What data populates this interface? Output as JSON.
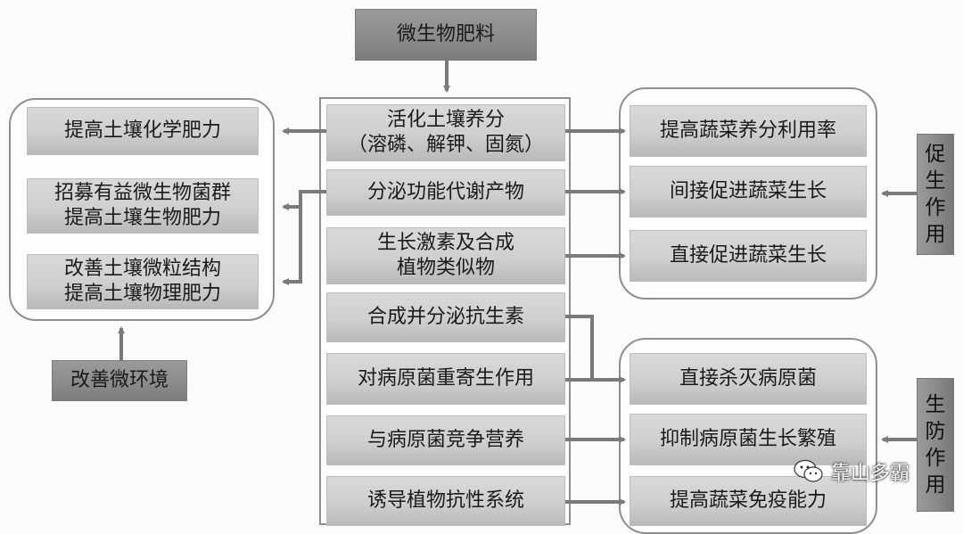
{
  "top": {
    "title": "微生物肥料"
  },
  "left_panel": {
    "items": [
      {
        "lines": [
          "提高土壤化学肥力"
        ]
      },
      {
        "lines": [
          "招募有益微生物菌群",
          "提高土壤生物肥力"
        ]
      },
      {
        "lines": [
          "改善土壤微粒结构",
          "提高土壤物理肥力"
        ]
      }
    ],
    "source_label": "改善微环境"
  },
  "center": {
    "items": [
      {
        "lines": [
          "活化土壤养分",
          "（溶磷、解钾、固氮）"
        ]
      },
      {
        "lines": [
          "分泌功能代谢产物"
        ]
      },
      {
        "lines": [
          "生长激素及合成",
          "植物类似物"
        ]
      },
      {
        "lines": [
          "合成并分泌抗生素"
        ]
      },
      {
        "lines": [
          "对病原菌重寄生作用"
        ]
      },
      {
        "lines": [
          "与病原菌竞争营养"
        ]
      },
      {
        "lines": [
          "诱导植物抗性系统"
        ]
      }
    ]
  },
  "right_top": {
    "items": [
      "提高蔬菜养分利用率",
      "间接促进蔬菜生长",
      "直接促进蔬菜生长"
    ],
    "side_label": [
      "促",
      "生",
      "作",
      "用"
    ]
  },
  "right_bottom": {
    "items": [
      "直接杀灭病原菌",
      "抑制病原菌生长繁殖",
      "提高蔬菜免疫能力"
    ],
    "side_label": [
      "生",
      "防",
      "作",
      "用"
    ]
  },
  "watermark": {
    "text": "靠山多霸",
    "icon": "wechat-icon"
  },
  "colors": {
    "dark_box": "#8c8c8c",
    "light_box": "#d0d0d0",
    "arrow": "#7a7a7a"
  }
}
